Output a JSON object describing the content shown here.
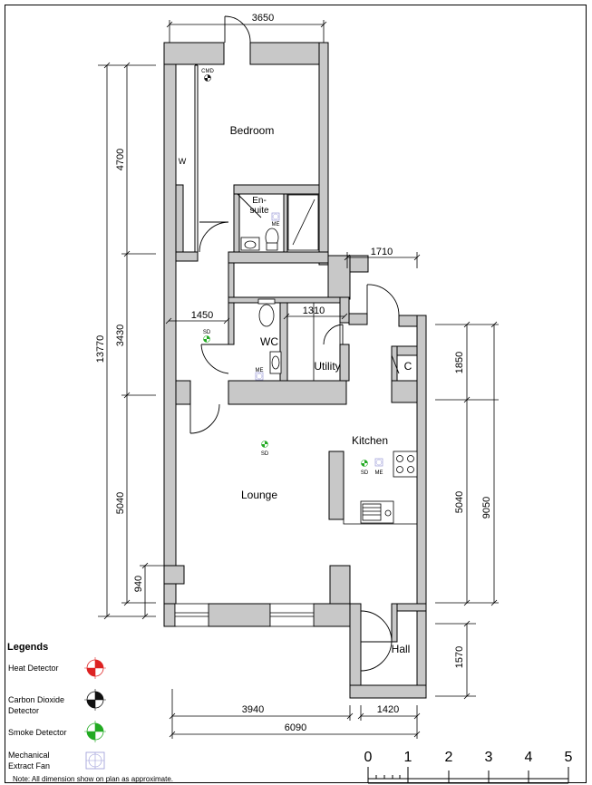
{
  "rooms": {
    "bedroom": "Bedroom",
    "wardrobe": "W",
    "ensuite_1": "En-",
    "ensuite_2": "suite",
    "wc": "WC",
    "utility": "Utility",
    "cupboard": "C",
    "kitchen": "Kitchen",
    "lounge": "Lounge",
    "hall": "Hall"
  },
  "symbols": {
    "cmd": "CMD",
    "sd": "SD",
    "me": "ME"
  },
  "dimensions": {
    "top_width": "3650",
    "bedroom_height": "4700",
    "total_height": "13770",
    "middle_height": "3430",
    "lounge_height": "5040",
    "window_bay": "940",
    "left_small": "1450",
    "wc_width": "1310",
    "kitchen_offset": "1710",
    "right_upper": "1850",
    "right_middle": "5040",
    "right_total": "9050",
    "right_lower": "1570",
    "bottom_lounge": "3940",
    "bottom_hall": "1420",
    "bottom_total": "6090"
  },
  "legend": {
    "title": "Legends",
    "heat": "Heat Detector",
    "co2_1": "Carbon Dioxide",
    "co2_2": "Detector",
    "smoke": "Smoke Detector",
    "fan_1": "Mechanical",
    "fan_2": "Extract Fan",
    "note": "Note: All dimension show on plan as approximate."
  },
  "scale_bar": {
    "labels": [
      "0",
      "1",
      "2",
      "3",
      "4",
      "5"
    ]
  },
  "colors": {
    "wall": "#c8c8c8",
    "smoke": "#22aa22",
    "heat": "#dd2222",
    "co2": "#111111",
    "fan": "#9a9ad8"
  }
}
